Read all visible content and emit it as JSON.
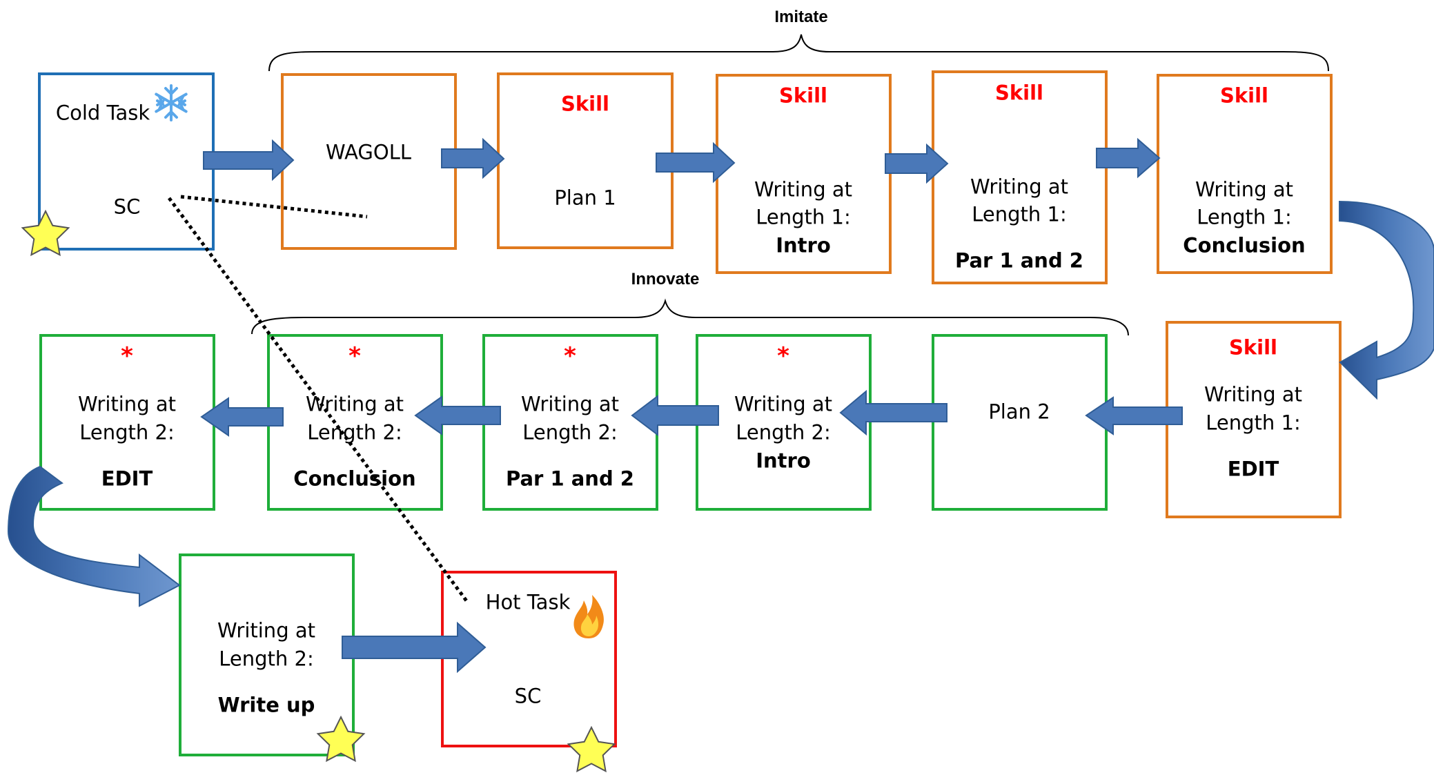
{
  "brackets": {
    "imitate": "Imitate",
    "innovate": "Innovate"
  },
  "cold_task": {
    "title": "Cold Task",
    "sc": "SC",
    "icon": "snowflake-icon"
  },
  "hot_task": {
    "title": "Hot Task",
    "sc": "SC",
    "icon": "fire-icon"
  },
  "row1": {
    "wagoll": "WAGOLL",
    "plan1": {
      "skill": "Skill",
      "text": "Plan 1"
    },
    "intro": {
      "skill": "Skill",
      "line1": "Writing at",
      "line2": "Length 1:",
      "bold": "Intro"
    },
    "par": {
      "skill": "Skill",
      "line1": "Writing at",
      "line2": "Length 1:",
      "bold": "Par 1 and 2"
    },
    "conclusion": {
      "skill": "Skill",
      "line1": "Writing at",
      "line2": "Length 1:",
      "bold": "Conclusion"
    },
    "edit": {
      "skill": "Skill",
      "line1": "Writing at",
      "line2": "Length 1:",
      "bold": "EDIT"
    }
  },
  "row2": {
    "plan2": {
      "text": "Plan 2"
    },
    "intro": {
      "mark": "*",
      "line1": "Writing at",
      "line2": "Length 2:",
      "bold": "Intro"
    },
    "par": {
      "mark": "*",
      "line1": "Writing at",
      "line2": "Length 2:",
      "bold": "Par 1 and 2"
    },
    "conclusion": {
      "mark": "*",
      "line1": "Writing at",
      "line2": "Length 2:",
      "bold": "Conclusion"
    },
    "edit": {
      "mark": "*",
      "line1": "Writing at",
      "line2": "Length 2:",
      "bold": "EDIT"
    }
  },
  "row3": {
    "writeup": {
      "line1": "Writing at",
      "line2": "Length 2:",
      "bold": "Write up"
    }
  },
  "colors": {
    "cold_border": "#1f6fb5",
    "imitate_border": "#e07a1e",
    "innovate_border": "#1fae3a",
    "hot_border": "#ee1111",
    "arrow_fill": "#4a78b8",
    "skill_text": "#ff0000",
    "star_fill": "#ffff55"
  }
}
